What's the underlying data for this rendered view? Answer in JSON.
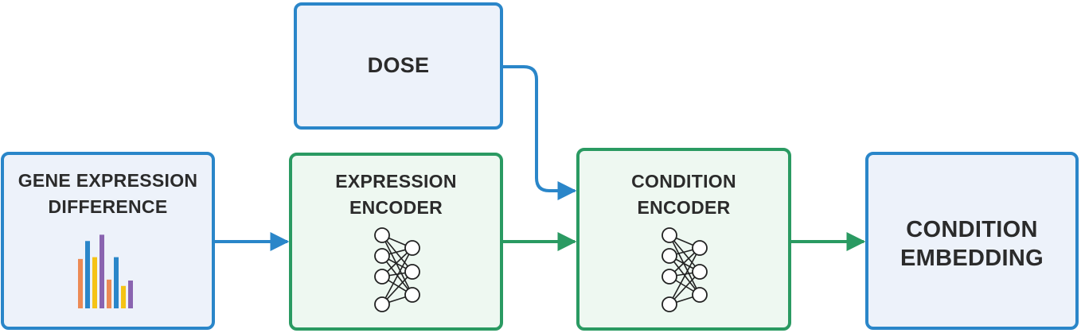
{
  "nodes": {
    "dose": {
      "label": "DOSE"
    },
    "gene_expression_difference": {
      "line1": "GENE EXPRESSION",
      "line2": "DIFFERENCE"
    },
    "expression_encoder": {
      "line1": "EXPRESSION",
      "line2": "ENCODER"
    },
    "condition_encoder": {
      "line1": "CONDITION",
      "line2": "ENCODER"
    },
    "condition_embedding": {
      "line1": "CONDITION",
      "line2": "EMBEDDING"
    }
  },
  "bar_chart_icon": {
    "values": [
      0.55,
      0.75,
      0.57,
      0.82,
      0.32,
      0.57,
      0.25,
      0.31
    ],
    "colors": [
      "#ec8a55",
      "#2a86c9",
      "#f5c315",
      "#8a64b0",
      "#ec8a55",
      "#2a86c9",
      "#f5c315",
      "#8a64b0"
    ]
  },
  "colors": {
    "blue": "#2a86c9",
    "green": "#2a9a62"
  }
}
